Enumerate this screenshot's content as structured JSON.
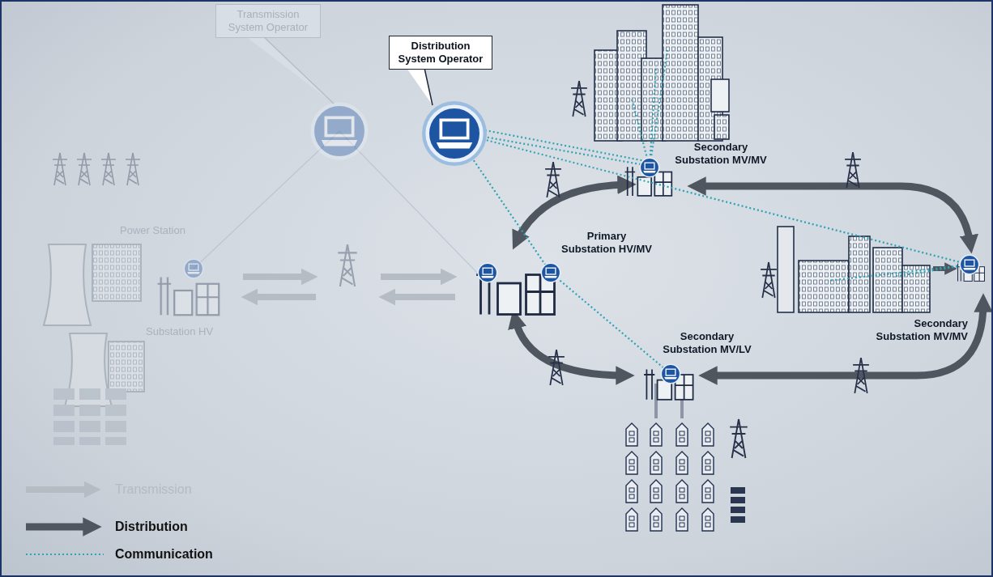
{
  "diagram": {
    "nodes": [
      {
        "text": [
          "Transmission System Operator"
        ]
      },
      {
        "text": [
          "Distribution System Operator"
        ]
      }
    ],
    "labels": [
      "Power Station",
      "Substation HV",
      "Primary Substation HV/MV",
      "Secondary Substation MV/MV",
      "Secondary Substation MV/MV",
      "Secondary Substation MV/LV"
    ],
    "legend": [
      {
        "text": "Transmission"
      },
      {
        "text": "Distribution"
      },
      {
        "text": "Communication"
      }
    ]
  }
}
